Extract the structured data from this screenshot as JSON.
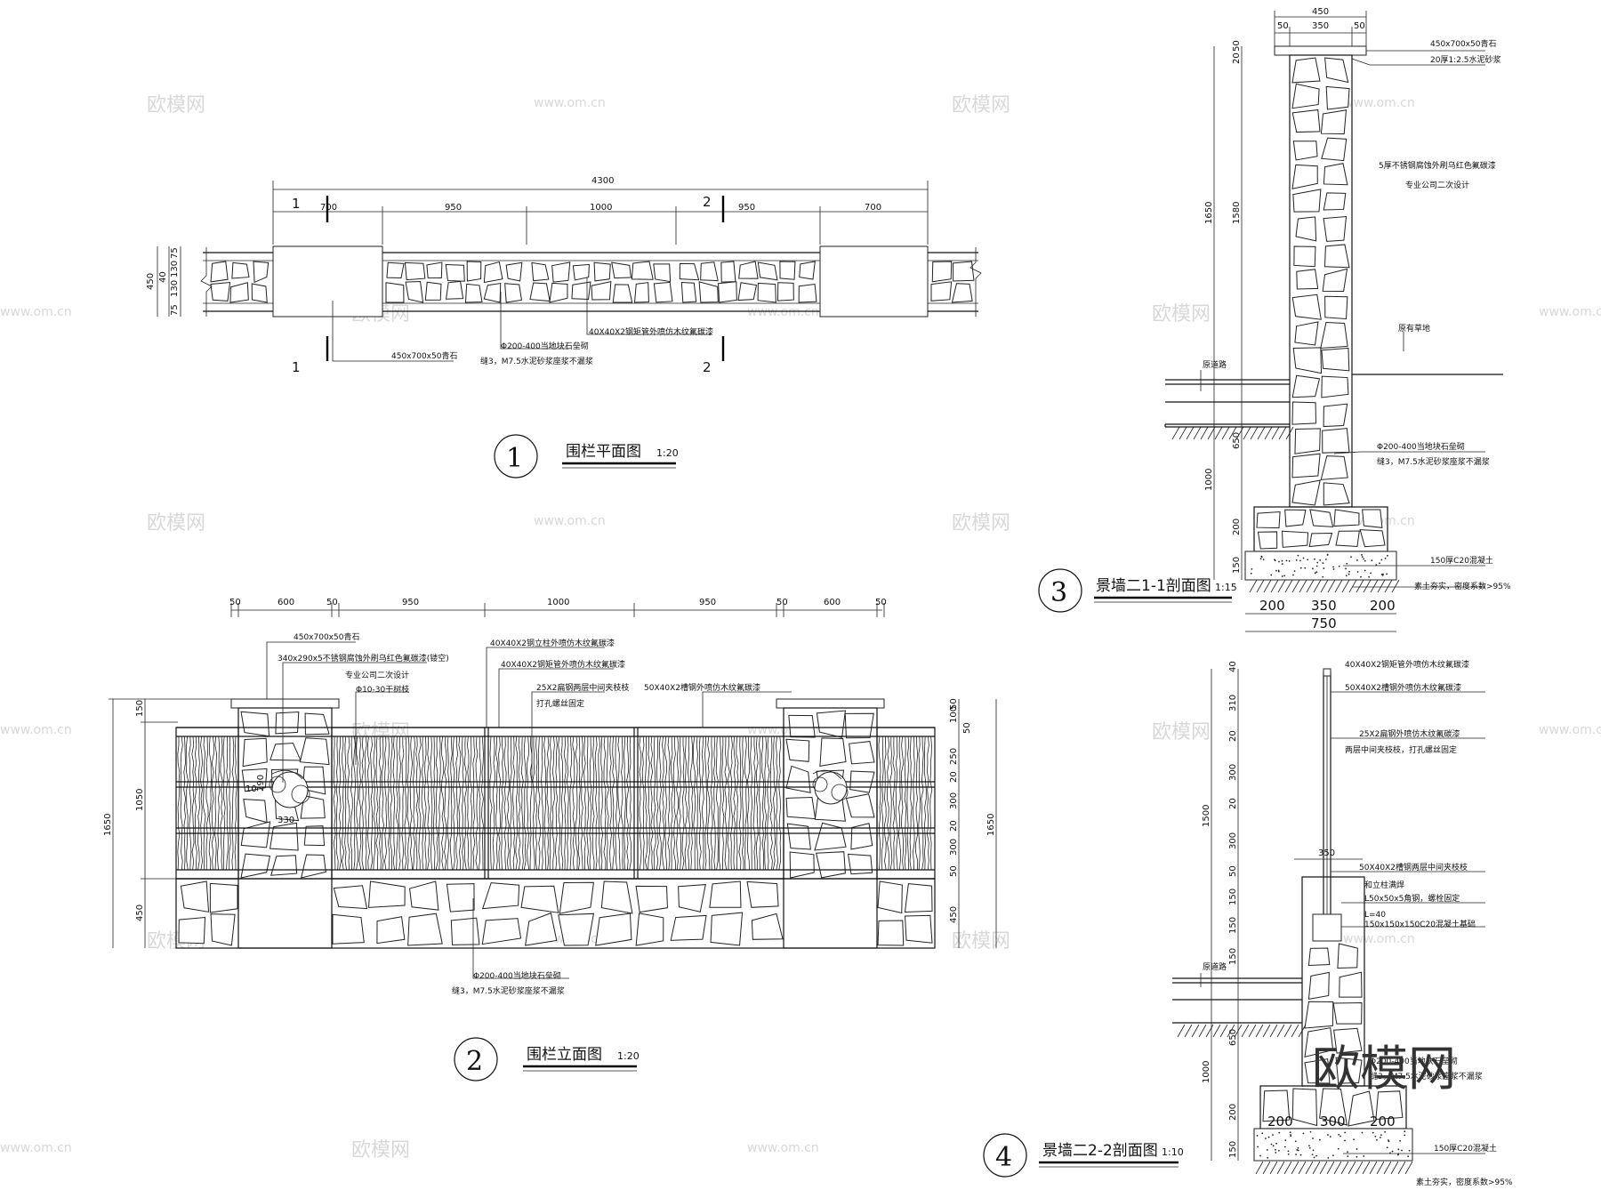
{
  "watermark": {
    "text": "欧模网",
    "url": "www.om.cn",
    "brand": "欧模网"
  },
  "plan": {
    "num": "1",
    "title": "围栏平面图",
    "scale": "1:20",
    "total": "4300",
    "dims": [
      "700",
      "950",
      "1000",
      "950",
      "700"
    ],
    "vdims": [
      "450",
      "40",
      "75",
      "130",
      "130",
      "75"
    ],
    "sec1": "1",
    "sec2": "2",
    "notes": [
      "450x700x50青石",
      "Φ200-400当地块石垒砌",
      "缝3，M7.5水泥砂浆座浆不漏浆",
      "40X40X2钢矩管外喷仿木纹氟碳漆"
    ]
  },
  "elevation": {
    "num": "2",
    "title": "围栏立面图",
    "scale": "1:20",
    "dims": [
      "50",
      "600",
      "50",
      "950",
      "1000",
      "950",
      "50",
      "600",
      "50"
    ],
    "left_dims": [
      "150",
      "1050",
      "450",
      "1650"
    ],
    "right_dims": [
      "50",
      "100",
      "50",
      "250",
      "20",
      "300",
      "20",
      "300",
      "50",
      "450",
      "1650"
    ],
    "emblem": [
      "290",
      "10",
      "330"
    ],
    "notes": [
      "450x700x50青石",
      "340x290x5不锈钢腐蚀外刷乌红色氟碳漆(镂空)",
      "专业公司二次设计",
      "Φ10-30干树枝",
      "40X40X2钢立柱外喷仿木纹氟碳漆",
      "40X40X2钢矩管外喷仿木纹氟碳漆",
      "25X2扁钢两层中间夹枝枝",
      "打孔螺丝固定",
      "50X40X2槽钢外喷仿木纹氟碳漆",
      "Φ200-400当地块石垒砌",
      "缝3，M7.5水泥砂浆座浆不漏浆"
    ]
  },
  "section1": {
    "num": "3",
    "title": "景墙二1-1剖面图",
    "scale": "1:15",
    "top_dims": [
      "450",
      "50",
      "350",
      "50"
    ],
    "bottom_dims": [
      "200",
      "350",
      "200",
      "750"
    ],
    "vdims": [
      "50",
      "20",
      "1580",
      "1650",
      "650",
      "1000",
      "200",
      "150"
    ],
    "notes": [
      "450x700x50青石",
      "20厚1:2.5水泥砂浆",
      "5厚不锈钢腐蚀外刷乌红色氟碳漆",
      "专业公司二次设计",
      "原有草地",
      "原道路",
      "Φ200-400当地块石垒砌",
      "缝3，M7.5水泥砂浆座浆不漏浆",
      "150厚C20混凝土",
      "素土夯实，密度系数>95%"
    ]
  },
  "section2": {
    "num": "4",
    "title": "景墙二2-2剖面图",
    "scale": "1:10",
    "vdims": [
      "40",
      "310",
      "20",
      "300",
      "20",
      "300",
      "50",
      "150",
      "1500",
      "150",
      "150",
      "650",
      "1000",
      "200",
      "150"
    ],
    "bottom_dims": [
      "200",
      "300",
      "200"
    ],
    "dim350": "350",
    "notes": [
      "40X40X2钢矩管外喷仿木纹氟碳漆",
      "50X40X2槽钢外喷仿木纹氟碳漆",
      "25X2扁钢外喷仿木纹氟碳漆",
      "两层中间夹枝枝，打孔螺丝固定",
      "50X40X2槽钢两层中间夹枝枝",
      "和立柱满焊",
      "L50x50x5角钢，螺栓固定",
      "L=40",
      "150x150x150C20混凝土基础",
      "原道路",
      "Φ200-400当地块石垒砌",
      "缝3，M7.5水泥砂浆座浆不漏浆",
      "150厚C20混凝土",
      "素土夯实，密度系数>95%"
    ]
  }
}
